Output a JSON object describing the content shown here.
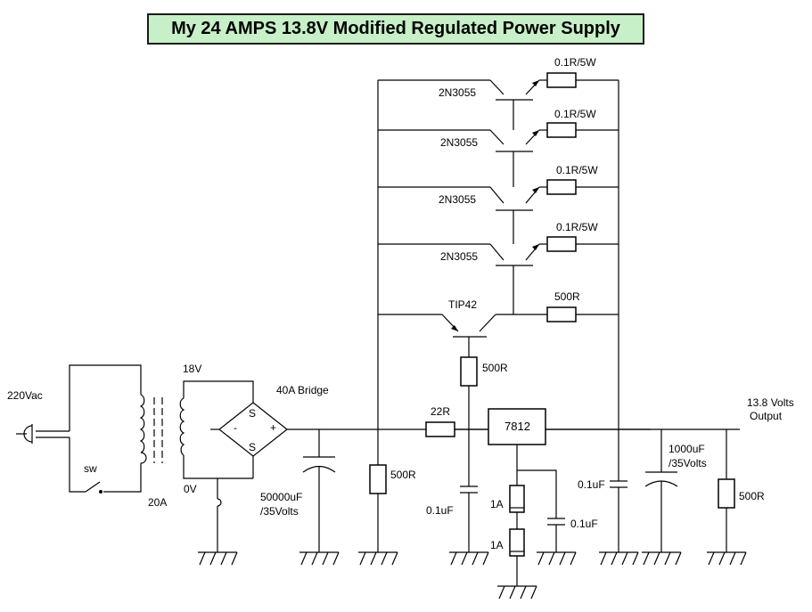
{
  "title": "My 24 AMPS 13.8V Modified Regulated Power Supply",
  "labels": {
    "mains": "220Vac",
    "switch": "sw",
    "fuse_main": "20A",
    "secondary_voltage": "18V",
    "ground_ref": "0V",
    "bridge": "40A Bridge",
    "bridge_s_top": "S",
    "bridge_s_bottom": "S",
    "bridge_minus": "-",
    "bridge_plus": "+",
    "filter_cap_value": "50000uF",
    "filter_cap_rating": "/35Volts",
    "r_bleed_input": "500R",
    "q1": "2N3055",
    "q2": "2N3055",
    "q3": "2N3055",
    "q4": "2N3055",
    "re1": "0.1R/5W",
    "re2": "0.1R/5W",
    "re3": "0.1R/5W",
    "re4": "0.1R/5W",
    "driver": "TIP42",
    "r_driver_be": "500R",
    "r_driver_base": "500R",
    "r_series": "22R",
    "regulator": "7812",
    "cap_reg_in": "0.1uF",
    "diode1": "1A",
    "diode2": "1A",
    "cap_adj": "0.1uF",
    "cap_out_small": "0.1uF",
    "cap_out_value": "1000uF",
    "cap_out_rating": "/35Volts",
    "output_line1": "13.8 Volts",
    "output_line2": "Output",
    "r_load": "500R"
  }
}
